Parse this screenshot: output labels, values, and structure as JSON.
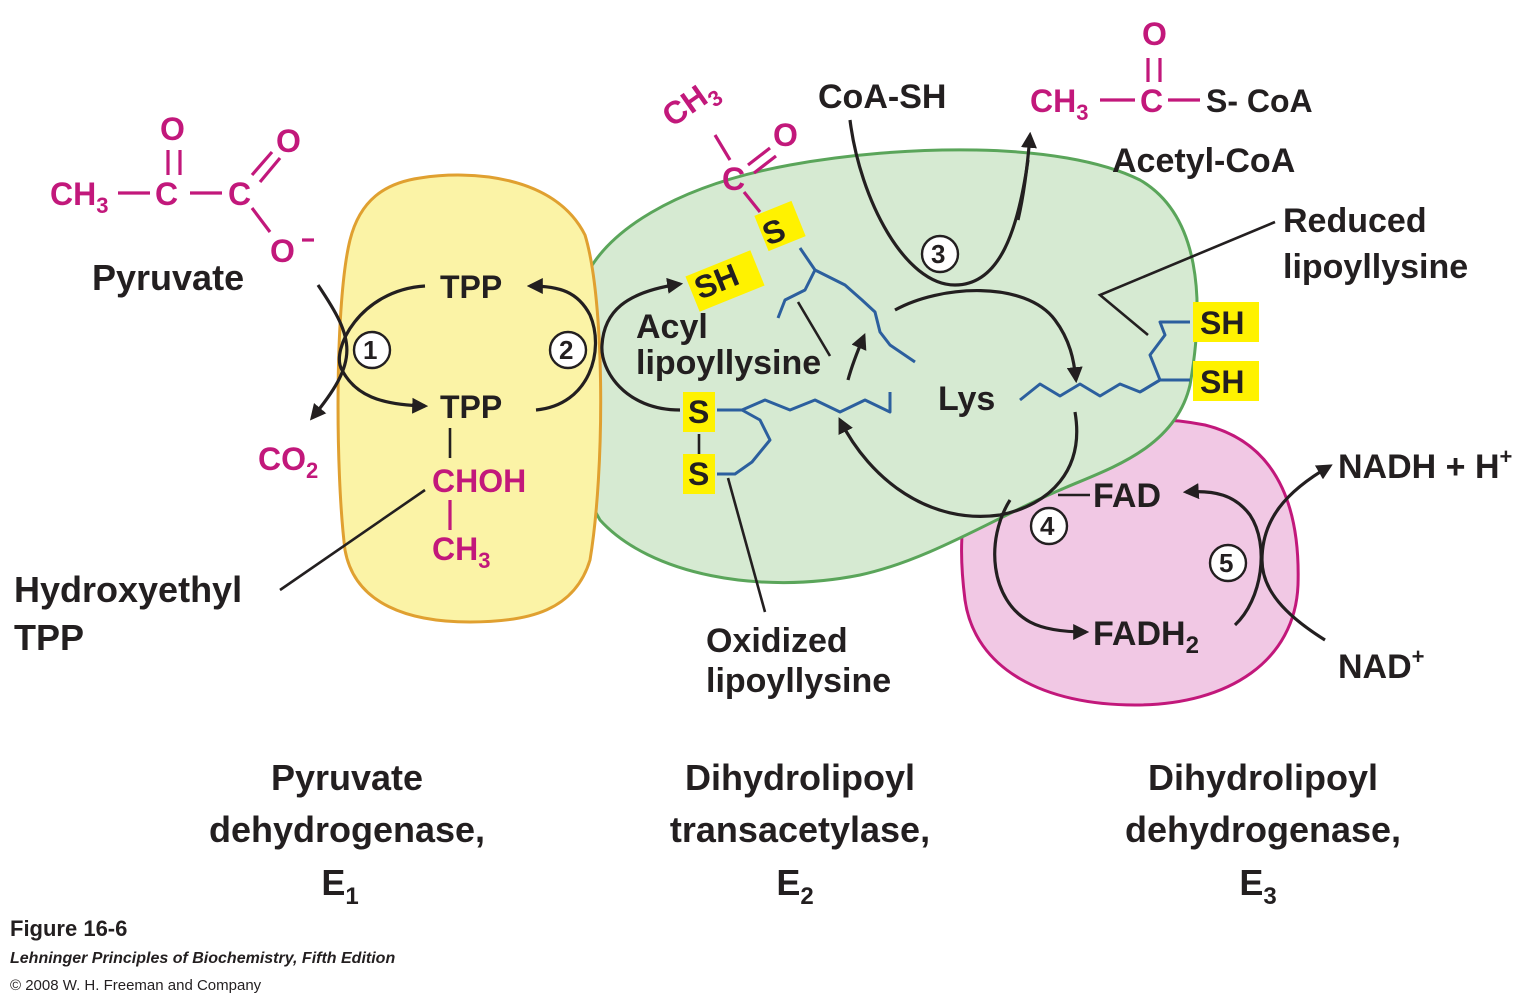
{
  "colors": {
    "e1_fill": "#fbf3a6",
    "e1_stroke": "#e0a030",
    "e2_fill": "#d6ead2",
    "e2_stroke": "#5aa55a",
    "e3_fill": "#f1c8e4",
    "e3_stroke": "#c2187b",
    "chem_magenta": "#c2187b",
    "lipoyl_chain": "#2c5f9e",
    "thiol_highlight": "#fff200"
  },
  "pyruvate": {
    "label": "Pyruvate",
    "o_top": "O",
    "o_right": "O",
    "o_minus": "O",
    "ch3": "CH",
    "ch3_sub": "3",
    "c1": "C",
    "c2": "C"
  },
  "co2": {
    "text": "CO",
    "sub": "2"
  },
  "e1": {
    "tpp_top": "TPP",
    "tpp_mid": "TPP",
    "choh": "CHOH",
    "ch3": "CH",
    "ch3_sub": "3",
    "hydroxyethyl_line1": "Hydroxyethyl",
    "hydroxyethyl_line2": "TPP"
  },
  "e2": {
    "acyl_ch3": "CH",
    "acyl_ch3_sub": "3",
    "acyl_c": "C",
    "acyl_o": "O",
    "acyl_s": "S",
    "sh": "SH",
    "acyl_line1": "Acyl",
    "acyl_line2": "lipoyllysine",
    "ox_s1": "S",
    "ox_s2": "S",
    "oxidized_line1": "Oxidized",
    "oxidized_line2": "lipoyllysine",
    "lys": "Lys",
    "reduced_line1": "Reduced",
    "reduced_line2": "lipoyllysine",
    "reduced_sh1": "SH",
    "reduced_sh2": "SH"
  },
  "coa_sh": "CoA-SH",
  "acetyl_coa": {
    "ch3": "CH",
    "ch3_sub": "3",
    "c": "C",
    "o": "O",
    "s_coa": "S- CoA",
    "label": "Acetyl-CoA"
  },
  "e3": {
    "fad": "FAD",
    "fadh2": "FADH",
    "fadh2_sub": "2",
    "nadh": "NADH + H",
    "nadh_sup": "+",
    "nad": "NAD",
    "nad_sup": "+"
  },
  "steps": [
    "1",
    "2",
    "3",
    "4",
    "5"
  ],
  "enzymes": [
    {
      "line1": "Pyruvate",
      "line2": "dehydrogenase,",
      "line3": "E",
      "sub": "1"
    },
    {
      "line1": "Dihydrolipoyl",
      "line2": "transacetylase,",
      "line3": "E",
      "sub": "2"
    },
    {
      "line1": "Dihydrolipoyl",
      "line2": "dehydrogenase,",
      "line3": "E",
      "sub": "3"
    }
  ],
  "caption": {
    "figure": "Figure 16-6",
    "book": "Lehninger Principles of Biochemistry, Fifth Edition",
    "copyright": "© 2008 W. H. Freeman and Company"
  }
}
